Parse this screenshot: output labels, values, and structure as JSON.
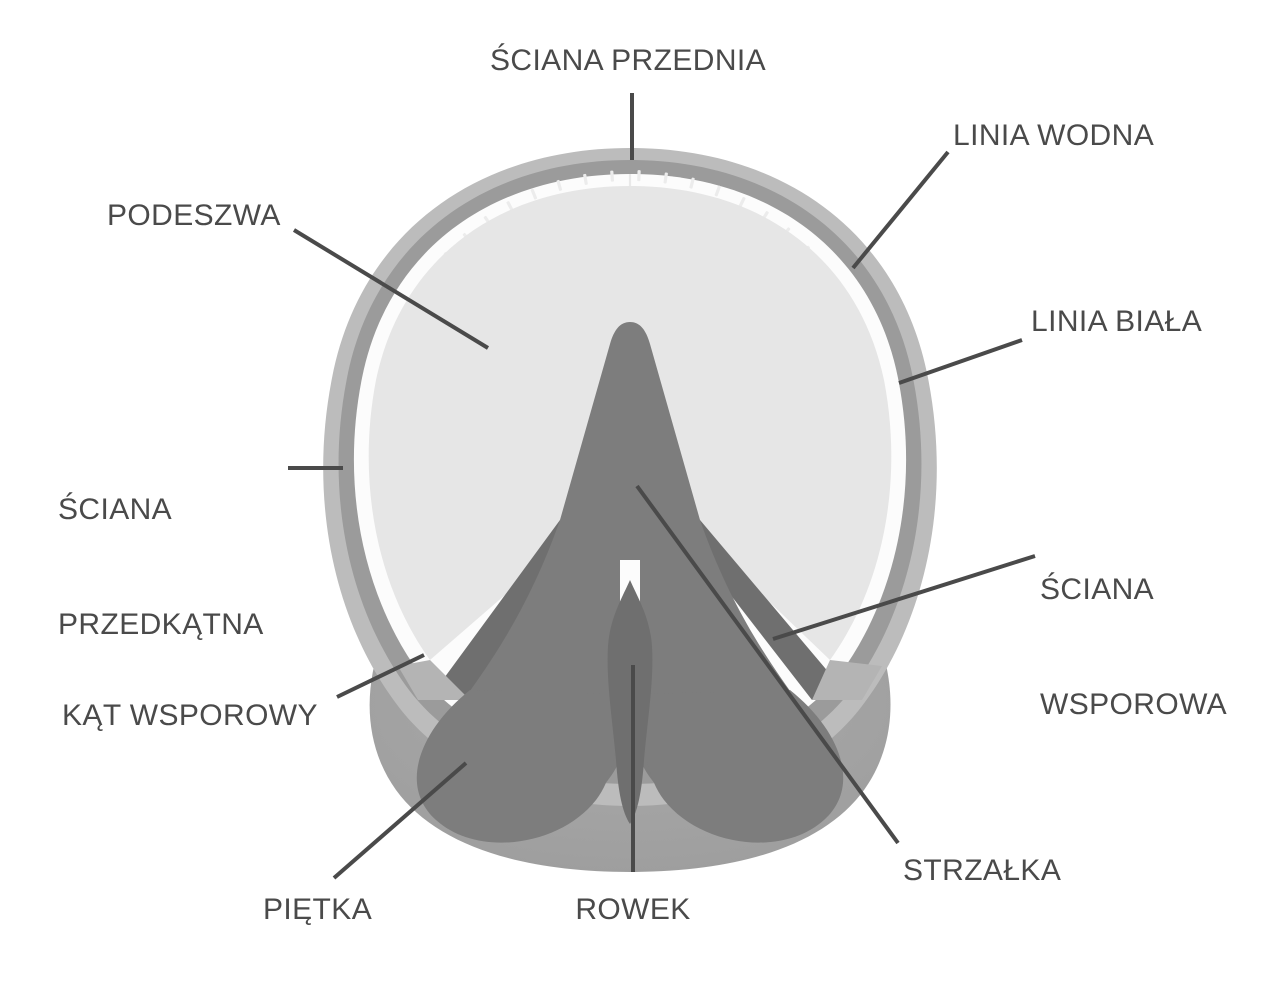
{
  "figure": {
    "title": "Budowa kopyta konia - widok od spodu",
    "language": "pl",
    "background_color": "#ffffff",
    "leader_line_color": "#4a4a4a",
    "text_color": "#4a4a4a"
  },
  "palette": {
    "outer_rim": "#b9b9b9",
    "hoof_wall": "#9c9c9c",
    "white_line": "#fbfbfb",
    "sole": "#e6e6e6",
    "frog": "#7d7d7d",
    "frog_groove": "#6f6f6f",
    "bulb_light": "#a4a4a4",
    "bar_dark": "#6f6f6f"
  },
  "labels": [
    {
      "id": "sciana-przednia",
      "text": "ŚCIANA PRZEDNIA",
      "lines": [
        "ŚCIANA PRZEDNIA"
      ],
      "align": "center",
      "target": "toe-wall"
    },
    {
      "id": "linia-wodna",
      "text": "LINIA WODNA",
      "lines": [
        "LINIA WODNA"
      ],
      "align": "left",
      "target": "water-line"
    },
    {
      "id": "linia-biala",
      "text": "LINIA BIAŁA",
      "lines": [
        "LINIA BIAŁA"
      ],
      "align": "left",
      "target": "white-line"
    },
    {
      "id": "podeszwa",
      "text": "PODESZWA",
      "lines": [
        "PODESZWA"
      ],
      "align": "left",
      "target": "sole"
    },
    {
      "id": "sciana-przedkatna",
      "text": "ŚCIANA PRZEDKĄTNA",
      "lines": [
        "ŚCIANA",
        "PRZEDKĄTNA"
      ],
      "align": "left",
      "target": "quarter-wall"
    },
    {
      "id": "sciana-wsporowa",
      "text": "ŚCIANA WSPOROWA",
      "lines": [
        "ŚCIANA",
        "WSPOROWA"
      ],
      "align": "left",
      "target": "bar-wall"
    },
    {
      "id": "kat-wsporowy",
      "text": "KĄT WSPOROWY",
      "lines": [
        "KĄT WSPOROWY"
      ],
      "align": "left",
      "target": "heel-angle"
    },
    {
      "id": "pietka",
      "text": "PIĘTKA",
      "lines": [
        "PIĘTKA"
      ],
      "align": "left",
      "target": "heel-bulb"
    },
    {
      "id": "rowek",
      "text": "ROWEK",
      "lines": [
        "ROWEK"
      ],
      "align": "center",
      "target": "central-groove"
    },
    {
      "id": "strzalka",
      "text": "STRZAŁKA",
      "lines": [
        "STRZAŁKA"
      ],
      "align": "left",
      "target": "frog"
    }
  ]
}
